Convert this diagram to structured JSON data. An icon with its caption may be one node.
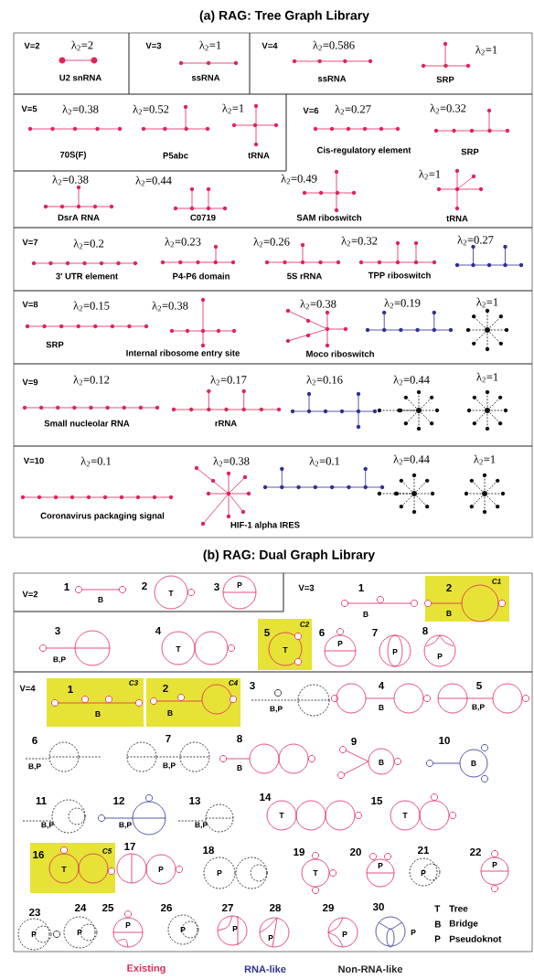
{
  "diagram": {
    "nodes": [
      {
        "text": [
          "V=2",
          "λ$_{2}$=2",
          "U2 snRNA"
        ]
      },
      {
        "text": [
          "V=3",
          "λ$_{2}$=1",
          "ssRNA"
        ]
      },
      {
        "text": [
          "V=4",
          "λ$_{2}$=0.586",
          "ssRNA",
          "λ$_{2}$=1",
          "SRP"
        ]
      },
      {
        "text": [
          "V=5",
          "λ$_{2}$=0.38",
          "70S(F)",
          "λ$_{2}$=0.52",
          "P5abc",
          "λ$_{2}$=1",
          "tRNA"
        ]
      },
      {
        "text": [
          "V=6",
          "λ$_{2}$=0.27",
          "Cis-regulatory element",
          "λ$_{2}$=0.32",
          "SRP",
          "λ$_{2}$=0.38",
          "DsrA RNA",
          "λ$_{2}$=0.44",
          "C0719",
          "λ$_{2}$=0.49",
          "SAM riboswitch",
          "λ$_{2}$=1",
          "tRNA"
        ]
      },
      {
        "text": [
          "V=7",
          "λ$_{2}$=0.2",
          "3' UTR element",
          "λ$_{2}$=0.23",
          "P4-P6 domain",
          "λ$_{2}$=0.26",
          "5S rRNA",
          "λ$_{2}$=0.32",
          "TPP riboswitch",
          "λ$_{2}$=0.27"
        ]
      },
      {
        "text": [
          "V=8",
          "λ$_{2}$=0.15",
          "SRP",
          "λ$_{2}$=0.38",
          "Internal ribosome entry site",
          "λ$_{2}$=0.38",
          "Moco riboswitch",
          "λ$_{2}$=0.19",
          "λ$_{2}$=1"
        ]
      },
      {
        "text": [
          "V=9",
          "λ$_{2}$=0.12",
          "Small nucleolar RNA",
          "λ$_{2}$=0.17",
          "rRNA",
          "λ$_{2}$=0.16",
          "λ$_{2}$=0.44",
          "λ$_{2}$=1"
        ]
      },
      {
        "text": [
          "V=10",
          "λ$_{2}$=0.1",
          "Coronavirus packaging signal",
          "λ$_{2}$=0.38",
          "HIF-1 alpha IRES",
          "λ$_{2}$=0.1",
          "λ$_{2}$=0.44",
          "λ$_{2}$=1"
        ]
      },
      {
        "text": [
          "V=2",
          "1",
          "B",
          "2",
          "T",
          "3",
          "P"
        ]
      },
      {
        "text": [
          "V=3",
          "1",
          "B",
          "3",
          "B,P",
          "4",
          "T",
          "6",
          "P",
          "7",
          "P",
          "8",
          "P"
        ]
      },
      {
        "text": [
          "2",
          "C1",
          "B"
        ],
        "in": 10
      },
      {
        "text": [
          "5",
          "C2",
          "T"
        ],
        "in": 10
      },
      {
        "text": [
          "V=4",
          "3",
          "B,P",
          "4",
          "B",
          "5",
          "B,P",
          "6",
          "B,P",
          "7",
          "B,P",
          "8",
          "B",
          "9",
          "B",
          "10",
          "B",
          "11",
          "B,P",
          "12",
          "B,P",
          "13",
          "B,P",
          "14",
          "T",
          "15",
          "T",
          "17",
          "P",
          "18",
          "P",
          "19",
          "T",
          "20",
          "P",
          "21",
          "P",
          "22",
          "P",
          "23",
          "P",
          "24",
          "P",
          "25",
          "P",
          "26",
          "P",
          "27",
          "P",
          "28",
          "P",
          "29",
          "P",
          "30",
          "P",
          "T",
          "Tree",
          "B",
          "Bridge",
          "P",
          "Pseudoknot"
        ]
      },
      {
        "text": [
          "1",
          "C3",
          "B"
        ],
        "in": 13
      },
      {
        "text": [
          "2",
          "C4",
          "B"
        ],
        "in": 13
      },
      {
        "text": [
          "16",
          "C5",
          "T"
        ],
        "in": 13
      }
    ],
    "labels": [
      "(a) RAG: Tree Graph Library",
      "(b) RAG: Dual Graph Library"
    ],
    "legend": [
      {
        "text": "Existing",
        "color": "#e0245a"
      },
      {
        "text": "RNA-like",
        "color": "#2e3192"
      },
      {
        "text": "Non-RNA-like",
        "color": "#222222"
      }
    ]
  }
}
